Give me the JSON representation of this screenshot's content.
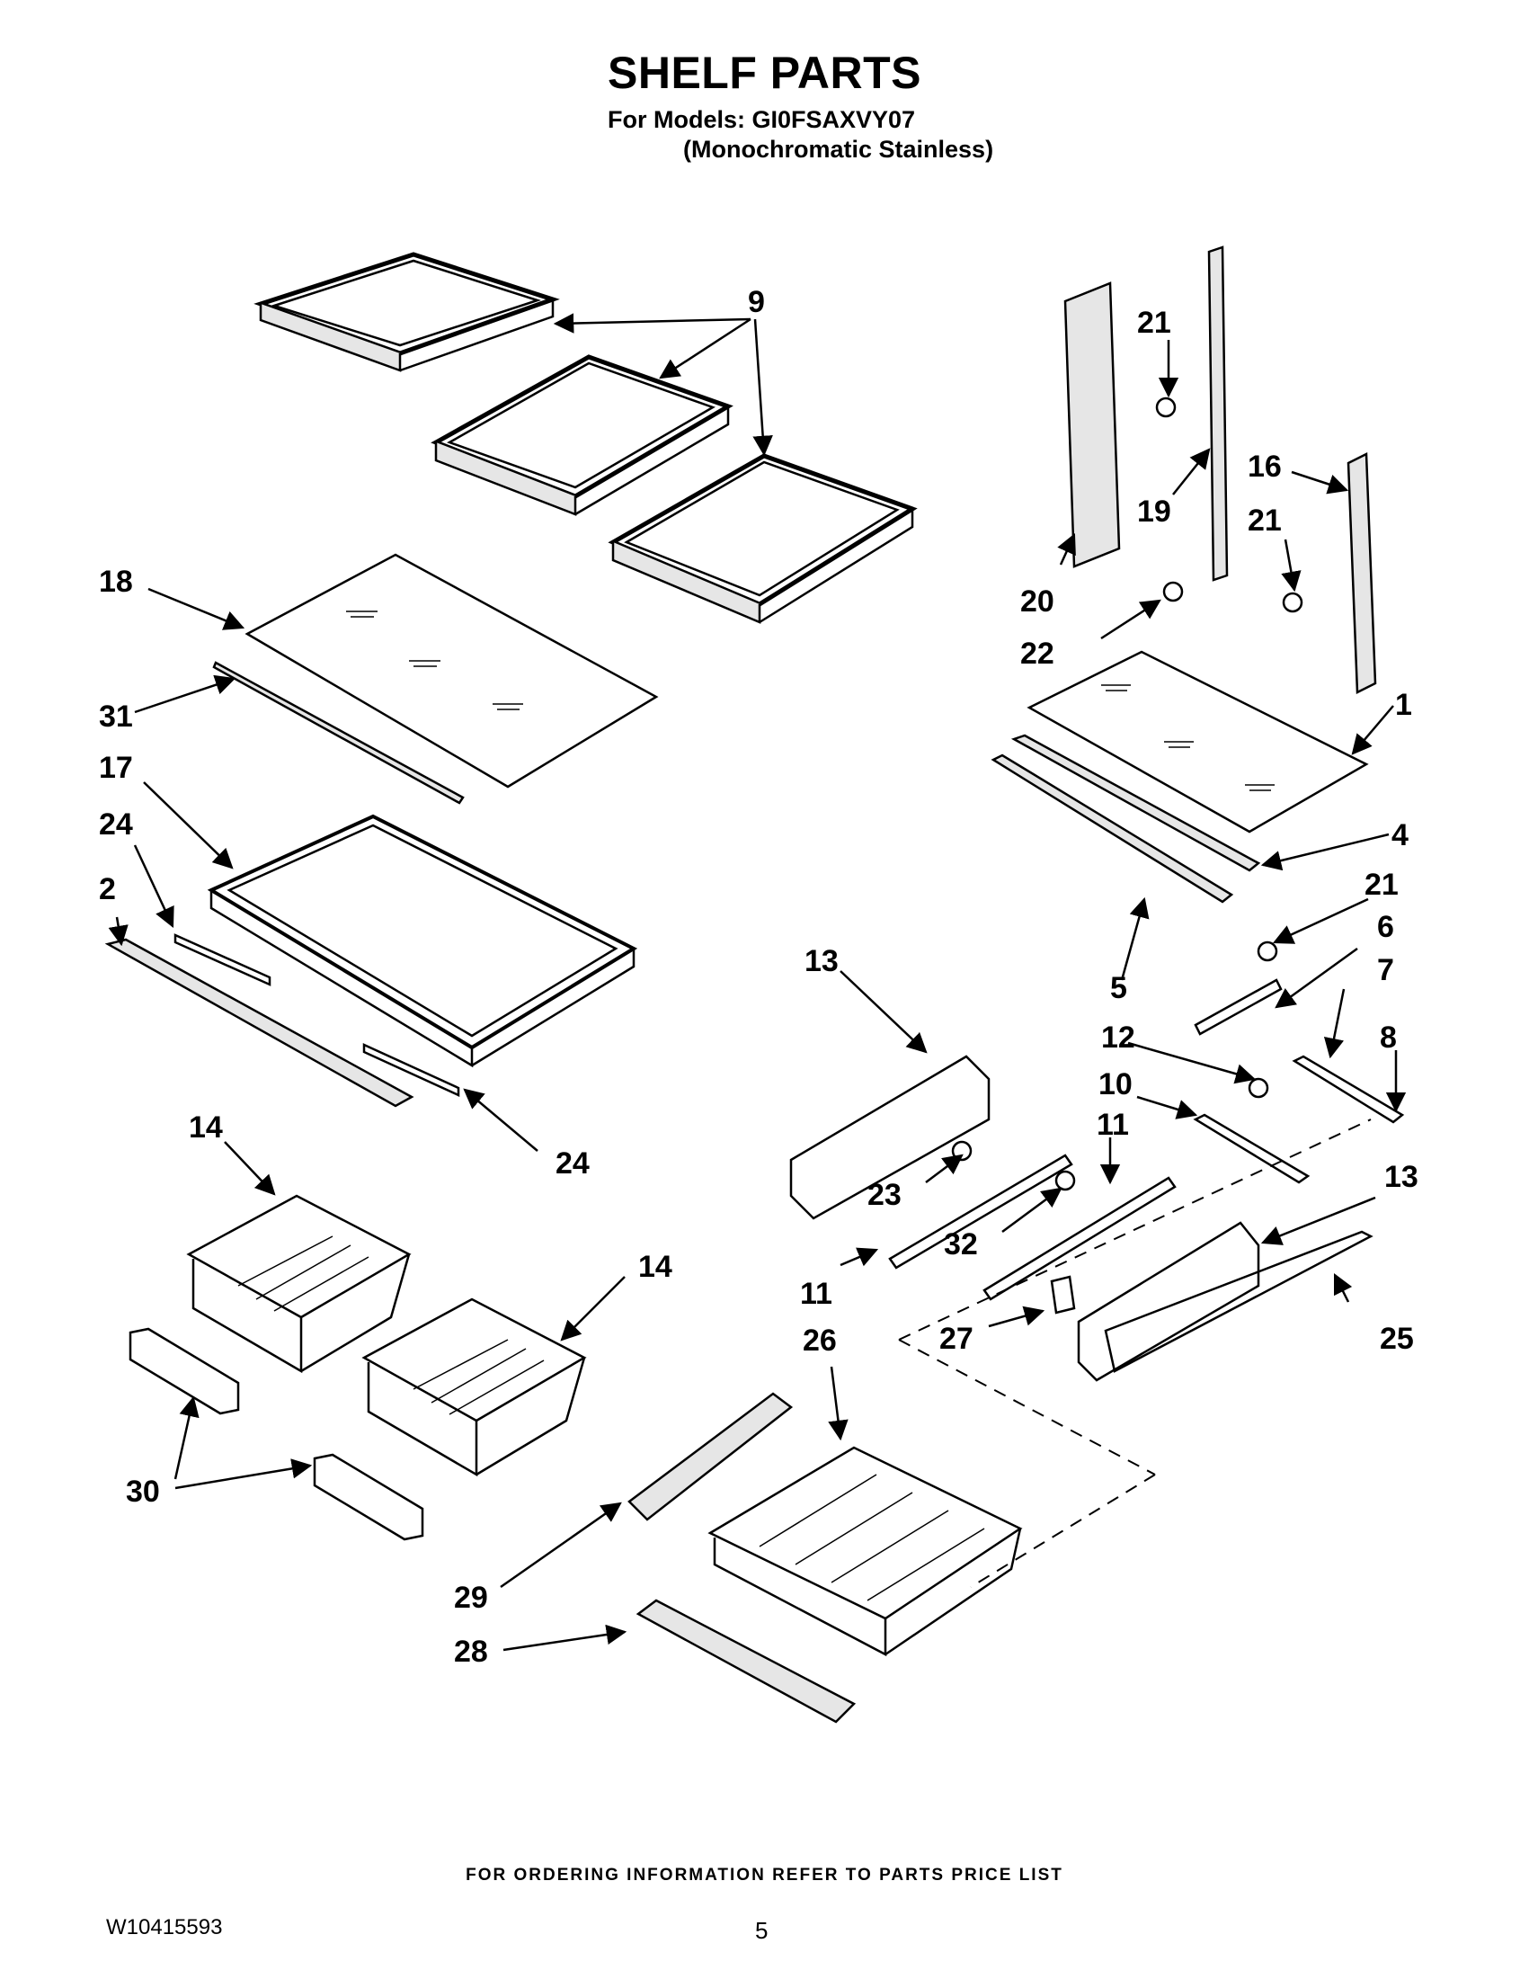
{
  "header": {
    "title": "SHELF PARTS",
    "models_line": "For Models: GI0FSAXVY07",
    "variant_line": "(Monochromatic Stainless)"
  },
  "callouts": [
    "9",
    "21",
    "19",
    "16",
    "21",
    "20",
    "22",
    "18",
    "31",
    "1",
    "17",
    "24",
    "2",
    "4",
    "21",
    "6",
    "7",
    "13",
    "5",
    "12",
    "8",
    "10",
    "11",
    "13",
    "23",
    "32",
    "24",
    "14",
    "11",
    "14",
    "27",
    "25",
    "26",
    "30",
    "29",
    "28"
  ],
  "footer": {
    "ordering_note": "FOR ORDERING INFORMATION REFER TO PARTS PRICE LIST",
    "document_number": "W10415593",
    "page_number": "5"
  },
  "colors": {
    "ink": "#000000",
    "paper": "#ffffff",
    "shading": "#e6e6e6"
  }
}
